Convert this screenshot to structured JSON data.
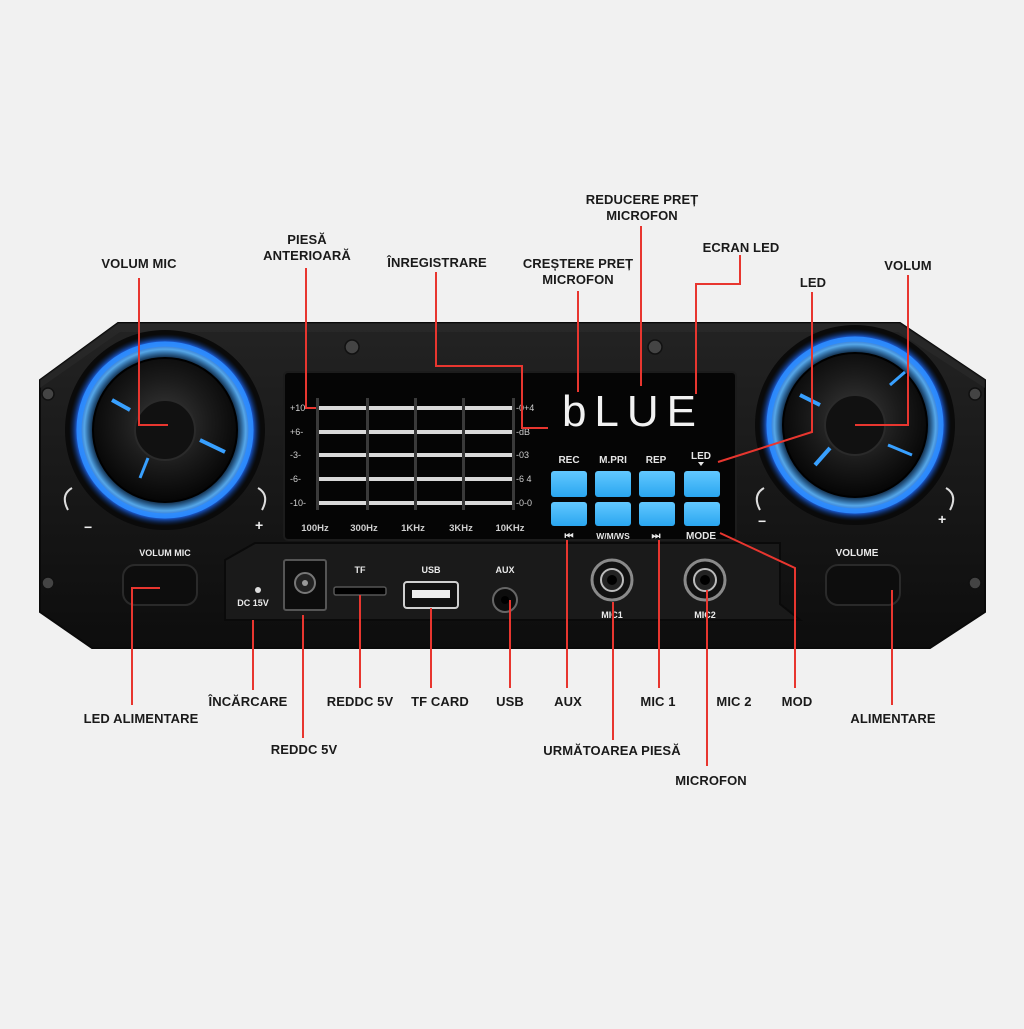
{
  "device": {
    "display_text": "bLUE",
    "colors": {
      "ring_glow": "#1e8cff",
      "button_blue": "#3cb6ff",
      "body": "#141414",
      "callout_red": "#e8362f",
      "background": "#f1f1f1"
    },
    "eq": {
      "left_scale": [
        "+10-",
        "+6-",
        "-3-",
        "-6-",
        "-10-"
      ],
      "right_scale": [
        "-0+4",
        "-dB",
        "-03",
        "-6 4",
        "-0-0"
      ],
      "bands": [
        "100Hz",
        "300Hz",
        "1KHz",
        "3KHz",
        "10KHz"
      ]
    },
    "button_labels_top": [
      "REC",
      "M.PRI",
      "REP",
      "LED"
    ],
    "button_labels_bottom": [
      "⏮",
      "W/M/WS",
      "⏭",
      "MODE"
    ],
    "knob_labels": {
      "left": "VOLUM MIC",
      "right": "VOLUME"
    },
    "knob_marks": {
      "minus": "−",
      "plus": "+"
    },
    "panel_labels": {
      "dc": "DC 15V",
      "tf": "TF",
      "usb": "USB",
      "aux": "AUX",
      "mic1": "MIC1",
      "mic2": "MIC2"
    }
  },
  "callouts": {
    "volum_mic": "VOLUM MIC",
    "piesa_anterioara_1": "PIESĂ",
    "piesa_anterioara_2": "ANTERIOARĂ",
    "inregistrare": "ÎNREGISTRARE",
    "crestere_1": "CREȘTERE PREȚ",
    "crestere_2": "MICROFON",
    "reducere_1": "REDUCERE PREȚ",
    "reducere_2": "MICROFON",
    "ecran_led": "ECRAN LED",
    "led": "LED",
    "volum": "VOLUM",
    "led_alimentare": "LED ALIMENTARE",
    "incarcare": "ÎNCĂRCARE",
    "reddc_5v_a": "REDDC 5V",
    "reddc_5v_b": "REDDC 5V",
    "tf_card": "TF CARD",
    "usb": "USB",
    "aux": "AUX",
    "mic_1": "MIC 1",
    "mic_2": "MIC 2",
    "mod": "MOD",
    "alimentare": "ALIMENTARE",
    "urmatoarea_piesa": "URMĂTOAREA PIESĂ",
    "microfon": "MICROFON"
  }
}
